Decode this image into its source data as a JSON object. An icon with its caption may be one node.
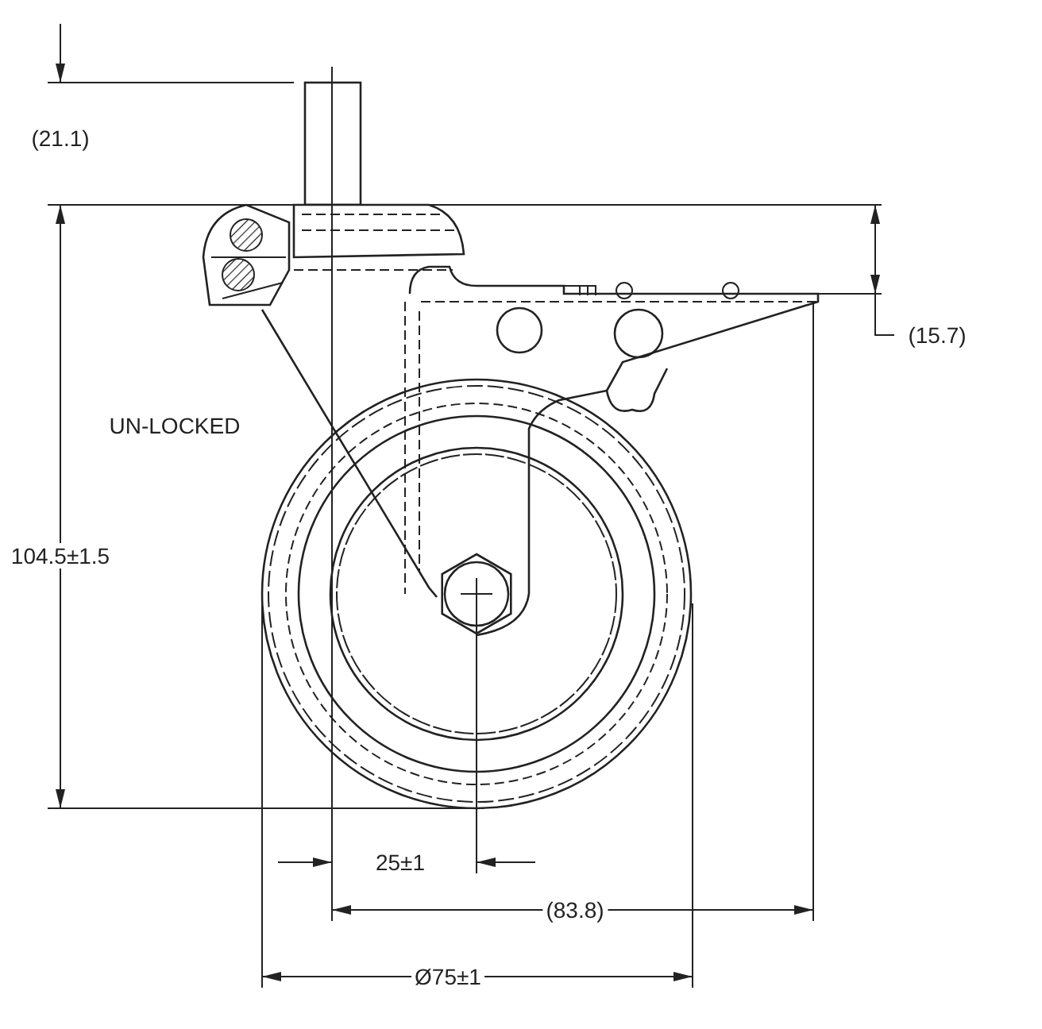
{
  "diagram": {
    "labels": [
      "(21.1)",
      "(15.7)",
      "UN-LOCKED",
      "104.5±1.5",
      "25±1",
      "(83.8)",
      "Ø75±1"
    ]
  }
}
